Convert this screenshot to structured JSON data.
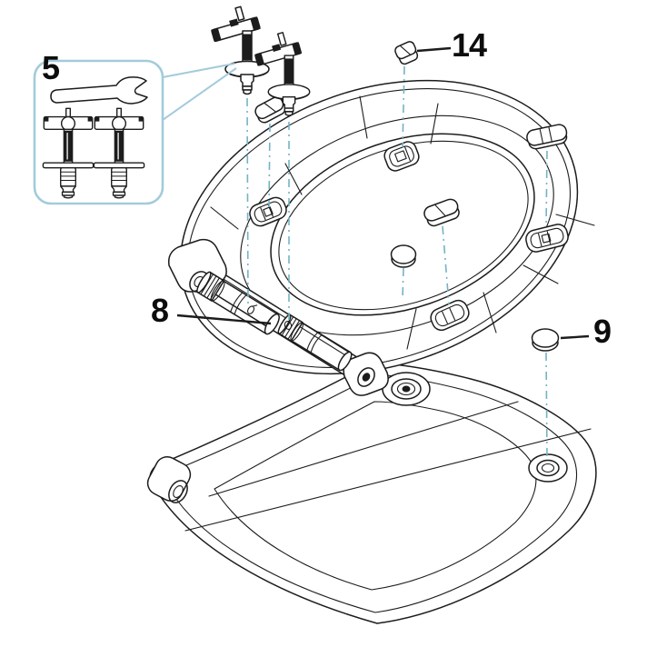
{
  "diagram": {
    "kind": "exploded-parts-diagram",
    "subject": "toilet-seat-assembly",
    "background": "#ffffff"
  },
  "colors": {
    "line": "#1c1c1c",
    "assembly-line": "#74b2c6",
    "callout": "#a3cbda",
    "label-text": "#0d0d0d",
    "bg": "#ffffff"
  },
  "labels": {
    "part5": "5",
    "part8": "8",
    "part9": "9",
    "part14": "14"
  },
  "parts": [
    {
      "ref": "5",
      "name": "fixing-kit-with-wrench-icon"
    },
    {
      "ref": "8",
      "name": "soft-close-damper-icon"
    },
    {
      "ref": "9",
      "name": "round-cover-cap-icon"
    },
    {
      "ref": "14",
      "name": "seat-bumper-cap-icon"
    }
  ]
}
